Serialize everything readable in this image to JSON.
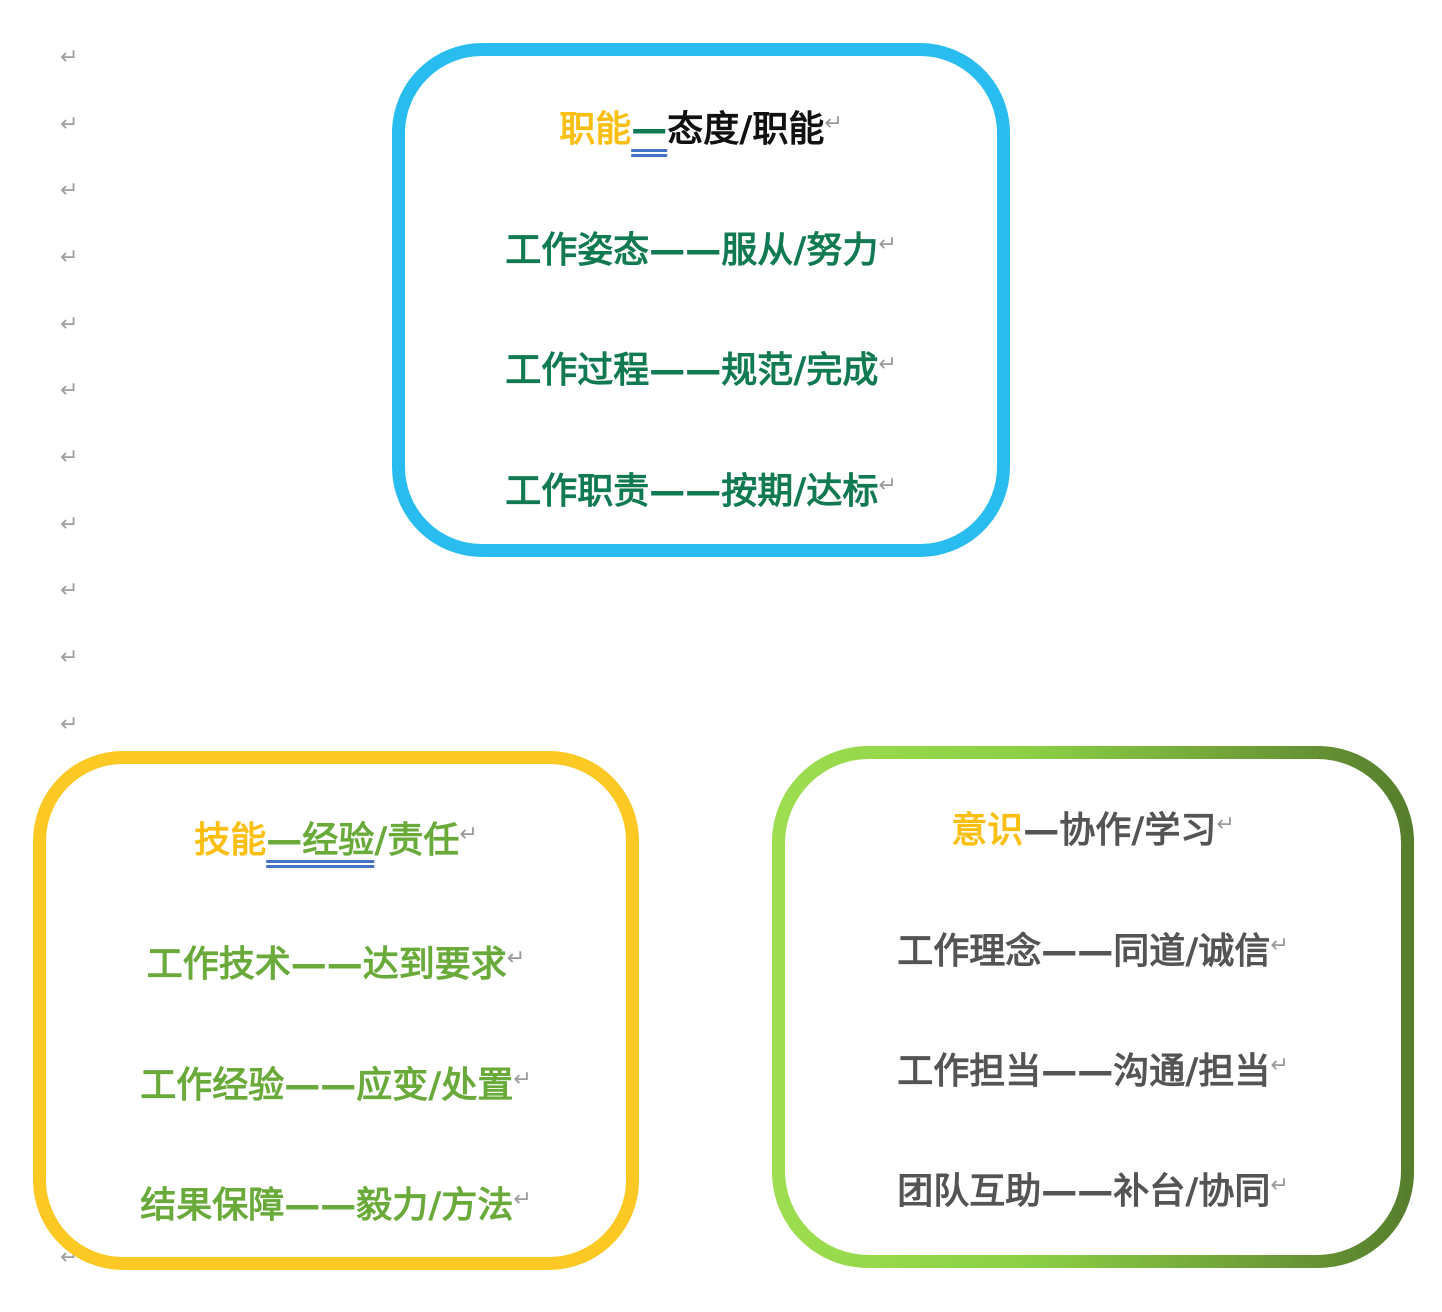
{
  "paragraph_mark": "↵",
  "top_box": {
    "heading_key": "职能",
    "heading_dash": "—",
    "heading_rest": "态度/职能",
    "lines": [
      "工作姿态——服从/努力",
      "工作过程——规范/完成",
      "工作职责——按期/达标"
    ]
  },
  "left_box": {
    "heading_key": "技能",
    "heading_rest_underlined": "—经验",
    "heading_rest": "/责任",
    "lines": [
      "工作技术——达到要求",
      "工作经验——应变/处置",
      "结果保障——毅力/方法"
    ]
  },
  "right_box": {
    "heading_key": "意识",
    "heading_rest": "—协作/学习",
    "lines": [
      "工作理念——同道/诚信",
      "工作担当——沟通/担当",
      "团队互助——补台/协同"
    ]
  },
  "colors": {
    "top_border": "#29bdef",
    "left_border": "#fcc824",
    "right_border_start": "#9ede50",
    "right_border_end": "#567d2c",
    "key_word": "#fbbf12",
    "top_lines": "#117a52",
    "left_lines": "#6aaa3a",
    "right_lines": "#545454"
  }
}
